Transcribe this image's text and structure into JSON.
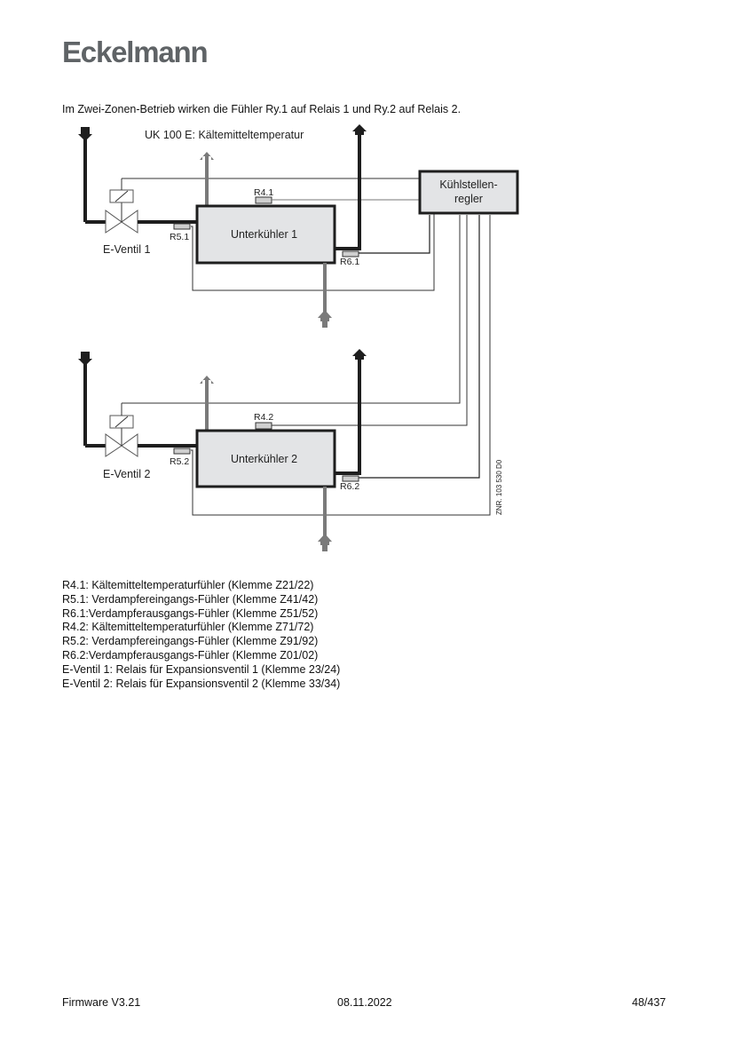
{
  "header": {
    "logo_text": "Eckelmann"
  },
  "intro_text": "Im Zwei-Zonen-Betrieb wirken die Fühler Ry.1 auf Relais 1 und Ry.2 auf Relais 2.",
  "diagram": {
    "title": "UK 100 E:  Kältemitteltemperatur",
    "controller_line1": "Kühlstellen-",
    "controller_line2": "regler",
    "zone1": {
      "subcooler": "Unterkühler 1",
      "valve": "E-Ventil 1",
      "sensor_r4": "R4.1",
      "sensor_r5": "R5.1",
      "sensor_r6": "R6.1"
    },
    "zone2": {
      "subcooler": "Unterkühler 2",
      "valve": "E-Ventil 2",
      "sensor_r4": "R4.2",
      "sensor_r5": "R5.2",
      "sensor_r6": "R6.2"
    },
    "drawing_number": "ZNR. 103 530 D0",
    "colors": {
      "pipe_dark": "#1e1e1e",
      "pipe_gray": "#7a7a7a",
      "box_fill": "#e3e4e6",
      "sensor_fill": "#cfcfcf"
    }
  },
  "legend": [
    "R4.1: Kältemitteltemperaturfühler (Klemme Z21/22)",
    "R5.1: Verdampfereingangs-Fühler (Klemme Z41/42)",
    "R6.1:Verdampferausgangs-Fühler (Klemme Z51/52)",
    "R4.2: Kältemitteltemperaturfühler (Klemme Z71/72)",
    "R5.2: Verdampfereingangs-Fühler (Klemme Z91/92)",
    "R6.2:Verdampferausgangs-Fühler (Klemme Z01/02)",
    "E-Ventil 1: Relais für Expansionsventil 1 (Klemme 23/24)",
    "E-Ventil 2: Relais für Expansionsventil 2 (Klemme 33/34)"
  ],
  "footer": {
    "firmware": "Firmware V3.21",
    "date": "08.11.2022",
    "page": "48/437"
  }
}
